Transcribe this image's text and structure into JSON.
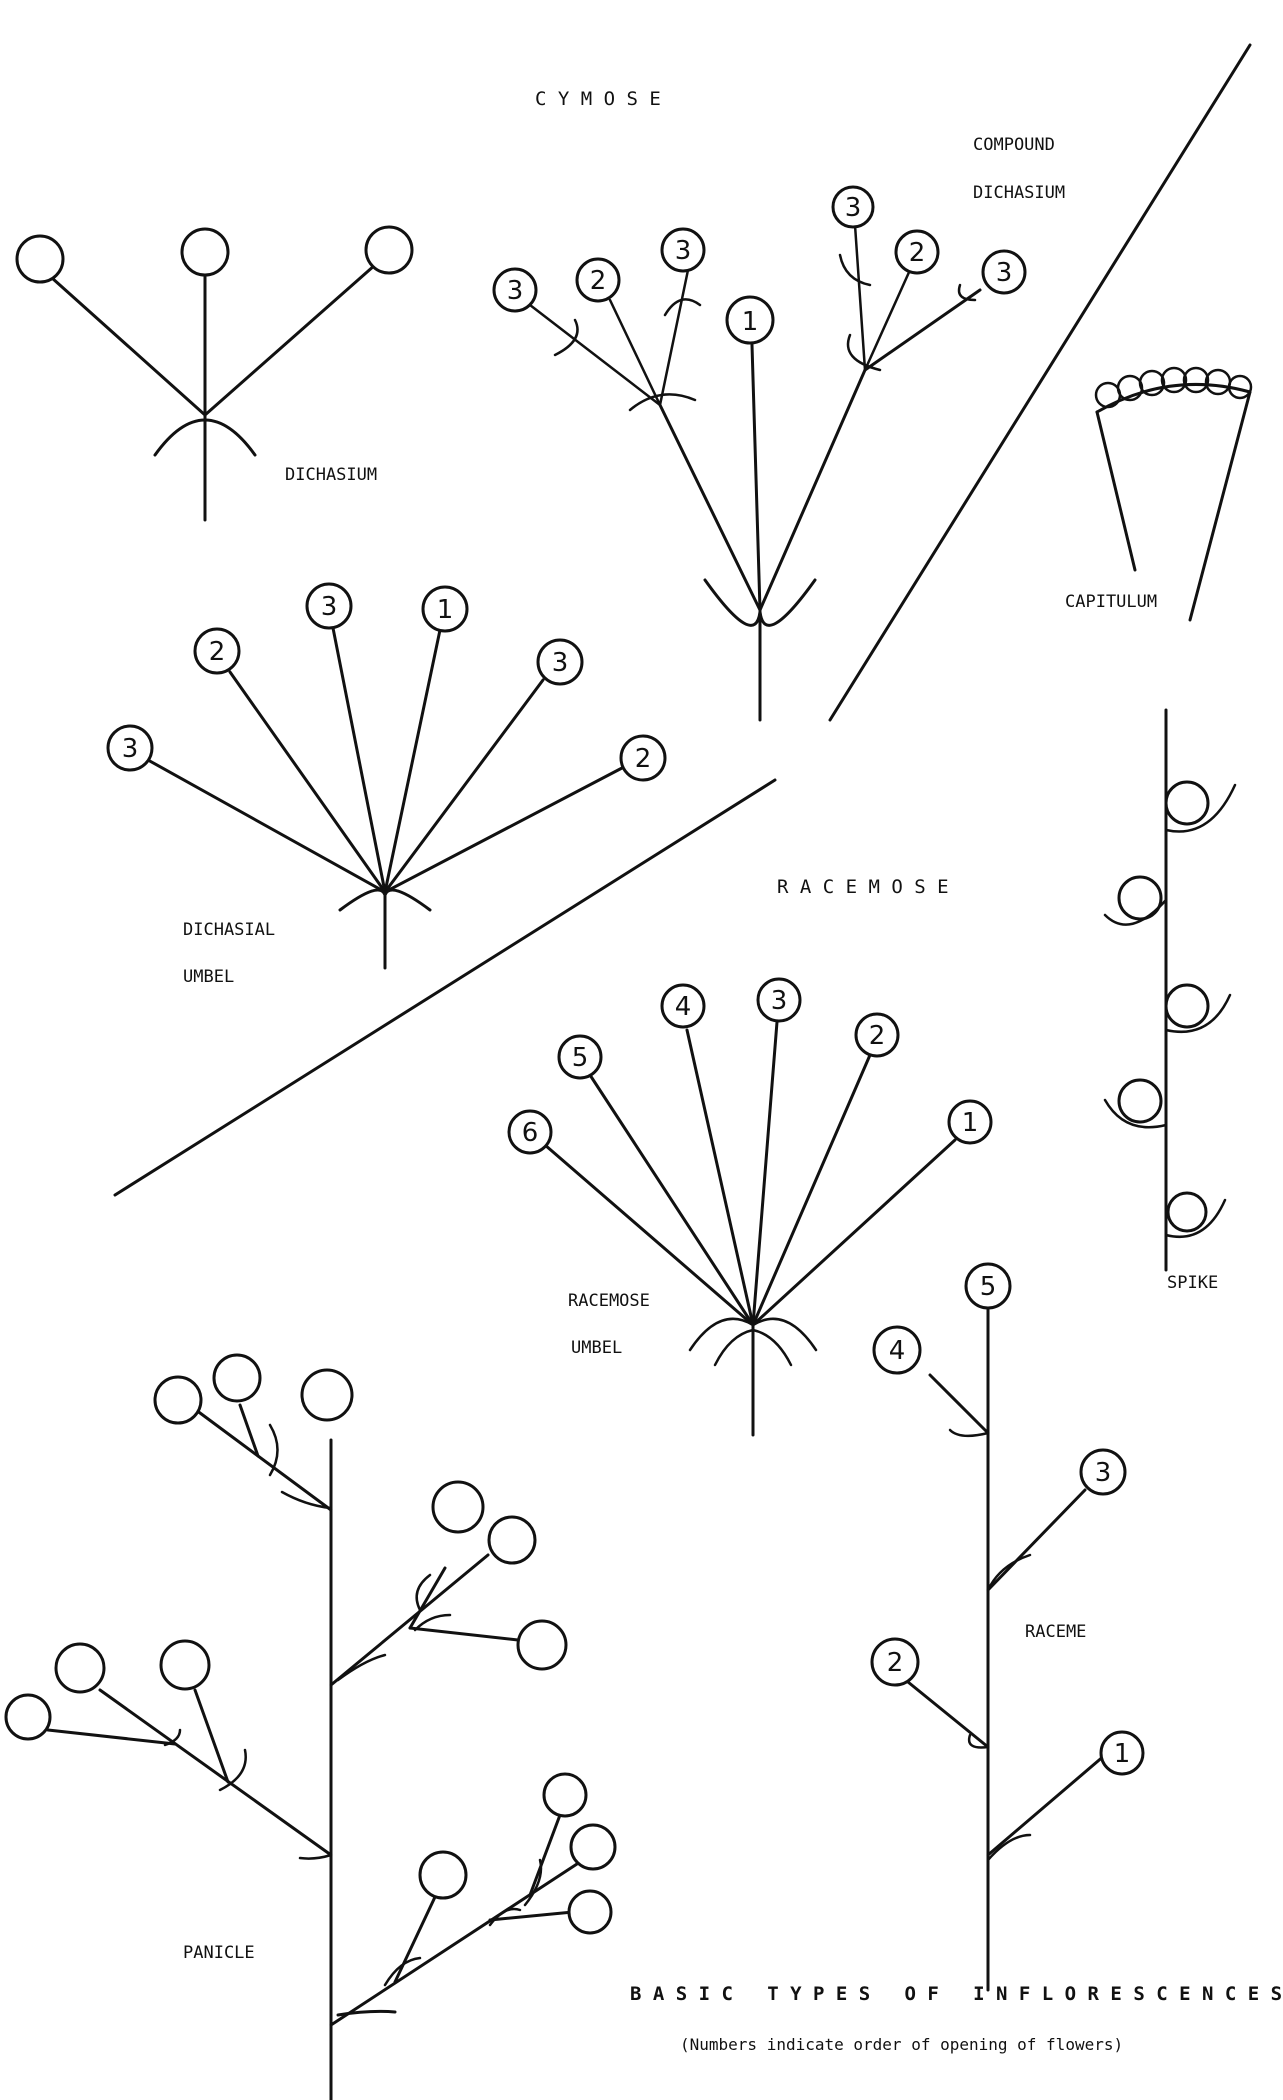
{
  "labels": {
    "cymose": "C Y M O S E",
    "compound_1": "COMPOUND",
    "compound_2": "DICHASIUM",
    "dichasium": "DICHASIUM",
    "capitulum": "CAPITULUM",
    "dichasial_1": "DICHASIAL",
    "dichasial_2": "UMBEL",
    "racemose": "R A C E M O S E",
    "spike": "SPIKE",
    "racemose_umbel_1": "RACEMOSE",
    "racemose_umbel_2": "UMBEL",
    "raceme": "RACEME",
    "panicle": "PANICLE",
    "title": "B A S I C   T Y P E S   O F   I N F L O R E S C E N C E S",
    "subtitle": "(Numbers indicate order of opening of flowers)"
  },
  "flower_numbers": {
    "compound_dichasium": [
      "3",
      "2",
      "3",
      "1",
      "3",
      "2",
      "3"
    ],
    "dichasial_umbel": [
      "3",
      "2",
      "3",
      "1",
      "3",
      "2"
    ],
    "racemose_umbel": [
      "6",
      "5",
      "4",
      "3",
      "2",
      "1"
    ],
    "raceme": [
      "5",
      "4",
      "3",
      "2",
      "1"
    ]
  }
}
